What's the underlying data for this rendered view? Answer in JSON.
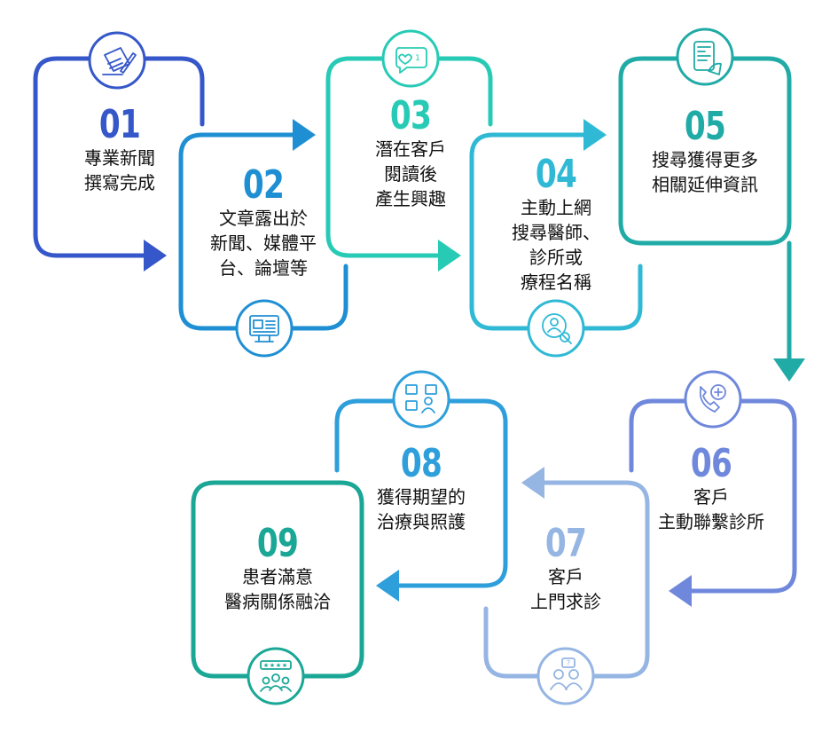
{
  "colors": {
    "s01": "#3557c9",
    "s02": "#1f8fd3",
    "s03": "#27cbb5",
    "s04": "#2fb9d5",
    "s05": "#20aba6",
    "s06": "#6f88dc",
    "s07": "#95b5e3",
    "s08": "#2e9fdb",
    "s09": "#1aa796"
  },
  "steps": [
    {
      "id": "01",
      "num": "01",
      "text": "專業新聞\n撰寫完成",
      "icon": "writing-icon"
    },
    {
      "id": "02",
      "num": "02",
      "text": "文章露出於\n新聞、媒體平\n台、論壇等",
      "icon": "media-monitor-icon"
    },
    {
      "id": "03",
      "num": "03",
      "text": "潛在客戶\n閱讀後\n產生興趣",
      "icon": "heart-chat-icon"
    },
    {
      "id": "04",
      "num": "04",
      "text": "主動上網\n搜尋醫師、\n診所或\n療程名稱",
      "icon": "search-doctor-icon"
    },
    {
      "id": "05",
      "num": "05",
      "text": "搜尋獲得更多\n相關延伸資訊",
      "icon": "mobile-info-icon"
    },
    {
      "id": "06",
      "num": "06",
      "text": "客戶\n主動聯繫診所",
      "icon": "phone-medical-icon"
    },
    {
      "id": "07",
      "num": "07",
      "text": "客戶\n上門求診",
      "icon": "consultation-icon"
    },
    {
      "id": "08",
      "num": "08",
      "text": "獲得期望的\n治療與照護",
      "icon": "treatment-icon"
    },
    {
      "id": "09",
      "num": "09",
      "text": "患者滿意\n醫病關係融洽",
      "icon": "satisfaction-icon"
    }
  ]
}
